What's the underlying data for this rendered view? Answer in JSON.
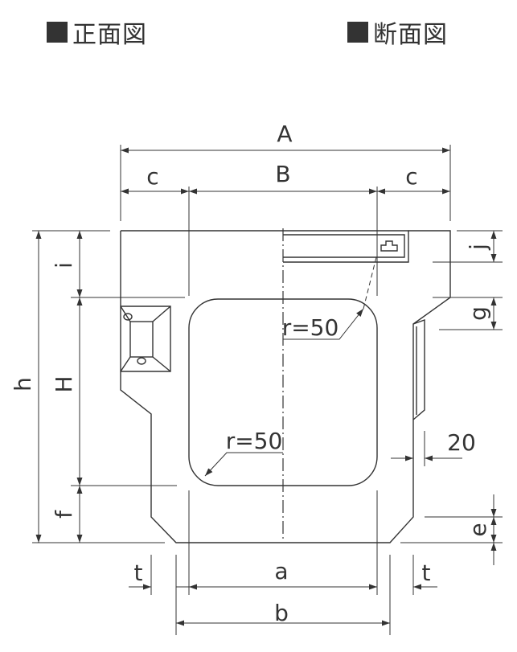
{
  "headings": {
    "front": "正面図",
    "section": "断面図"
  },
  "labels": {
    "A": "A",
    "B": "B",
    "c_left": "c",
    "c_right": "c",
    "h": "h",
    "i": "i",
    "H": "H",
    "f": "f",
    "j": "j",
    "g": "g",
    "e": "e",
    "r_top": "r=50",
    "r_bottom": "r=50",
    "dim_20": "20",
    "t_left": "t",
    "t_right": "t",
    "a": "a",
    "b": "b"
  },
  "colors": {
    "line": "#333333",
    "marker": "#333333",
    "background": "#ffffff"
  }
}
